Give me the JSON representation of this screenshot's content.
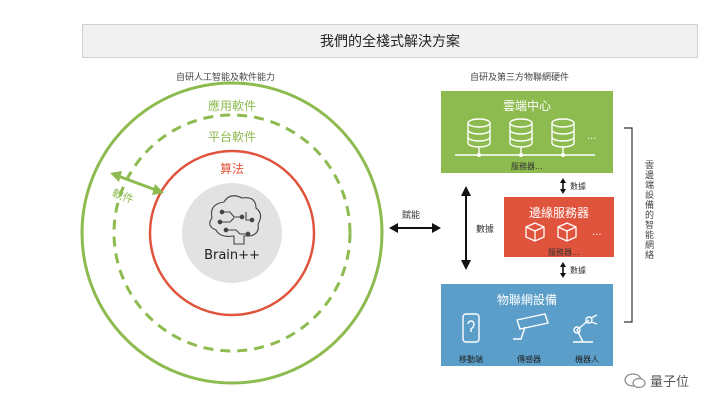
{
  "title": "我們的全棧式解決方案",
  "left": {
    "heading": "自研人工智能及軟件能力",
    "outer_ring": "應用軟件",
    "middle_ring": "平台軟件",
    "inner_ring": "算法",
    "core": "Brain++",
    "arrow_label": "軟件",
    "colors": {
      "green": "#8dbb50",
      "red": "#e0533c",
      "core": "#e2e2e2"
    }
  },
  "center": {
    "arrow_label": "賦能"
  },
  "right": {
    "heading": "自研及第三方物聯網硬件",
    "vertical_data_label": "數據",
    "cloud": {
      "title": "雲端中心",
      "servers_label": "服務器...",
      "ellipsis": "...",
      "color": "#8dbb50"
    },
    "data_top": "數據",
    "edge": {
      "title": "邊緣服務器",
      "servers_label": "服務器...",
      "ellipsis": "...",
      "color": "#e0533c"
    },
    "data_bottom": "數據",
    "iot": {
      "title": "物聯網設備",
      "color": "#5a9ec9",
      "devices": [
        {
          "label": "移動端",
          "icon": "mobile-phone-icon"
        },
        {
          "label": "傳感器",
          "icon": "camera-sensor-icon"
        },
        {
          "label": "機器人",
          "icon": "robot-arm-icon"
        }
      ]
    },
    "side_label": "雲邊端設備的智能網絡"
  },
  "watermark": "量子位"
}
